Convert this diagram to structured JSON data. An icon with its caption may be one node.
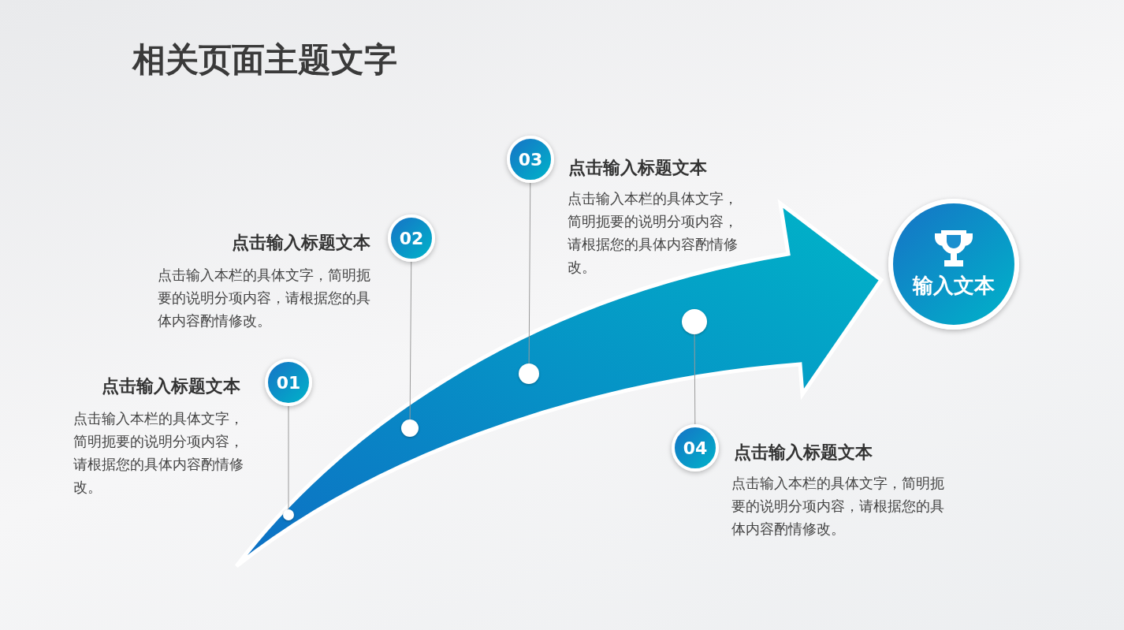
{
  "diagram": {
    "title": "相关页面主题文字",
    "nodes": [
      {
        "text": [],
        "shape": "arrow"
      },
      {
        "text": [],
        "shape": "circle",
        "in": 0
      },
      {
        "text": [],
        "shape": "circle",
        "in": 0
      },
      {
        "text": [],
        "shape": "circle",
        "in": 0
      },
      {
        "text": [],
        "shape": "circle",
        "in": 0
      },
      {
        "text": [
          "01"
        ],
        "beside": [
          "点击输入标题文本",
          "点击输入本栏的具体文字，简明扼要的说明分项内容，请根据您的具体内容酌情修改。"
        ]
      },
      {
        "text": [
          "02"
        ],
        "beside": [
          "点击输入标题文本",
          "点击输入本栏的具体文字，简明扼要的说明分项内容，请根据您的具体内容酌情修改。"
        ]
      },
      {
        "text": [
          "03"
        ],
        "beside": [
          "点击输入标题文本",
          "点击输入本栏的具体文字，简明扼要的说明分项内容，请根据您的具体内容酌情修改。"
        ]
      },
      {
        "text": [
          "04"
        ],
        "beside": [
          "点击输入标题文本",
          "点击输入本栏的具体文字，简明扼要的说明分项内容，请根据您的具体内容酌情修改。"
        ]
      },
      {
        "text": [
          "输入文本"
        ]
      }
    ],
    "edges": [
      {
        "from": 5,
        "to": 1,
        "arrow": "none"
      },
      {
        "from": 6,
        "to": 2,
        "arrow": "none"
      },
      {
        "from": 7,
        "to": 3,
        "arrow": "none"
      },
      {
        "from": 8,
        "to": 4,
        "arrow": "none"
      }
    ]
  }
}
